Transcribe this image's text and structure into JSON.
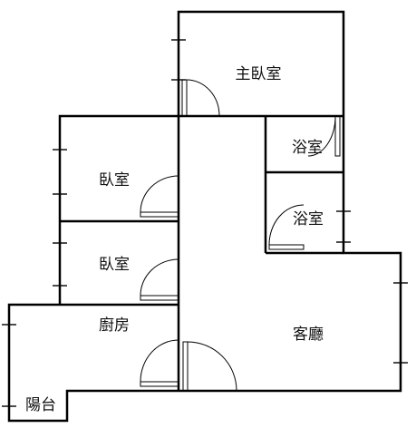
{
  "rooms": {
    "master_bedroom": "主臥室",
    "bathroom_1": "浴室",
    "bathroom_2": "浴室",
    "bedroom_1": "臥室",
    "bedroom_2": "臥室",
    "kitchen": "廚房",
    "living_room": "客廳",
    "balcony": "陽台"
  },
  "colors": {
    "wall": "#000000",
    "background": "#ffffff"
  }
}
